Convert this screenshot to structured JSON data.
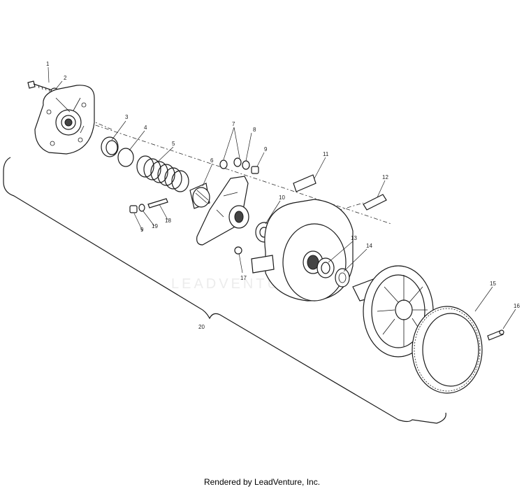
{
  "callouts": [
    "1",
    "2",
    "3",
    "4",
    "5",
    "6",
    "7",
    "8",
    "9",
    "9",
    "10",
    "11",
    "12",
    "13",
    "14",
    "15",
    "16",
    "17",
    "18",
    "19",
    "20"
  ],
  "watermark": "LEADVENTURE",
  "footer": {
    "credit": "Rendered by LeadVenture, Inc."
  }
}
